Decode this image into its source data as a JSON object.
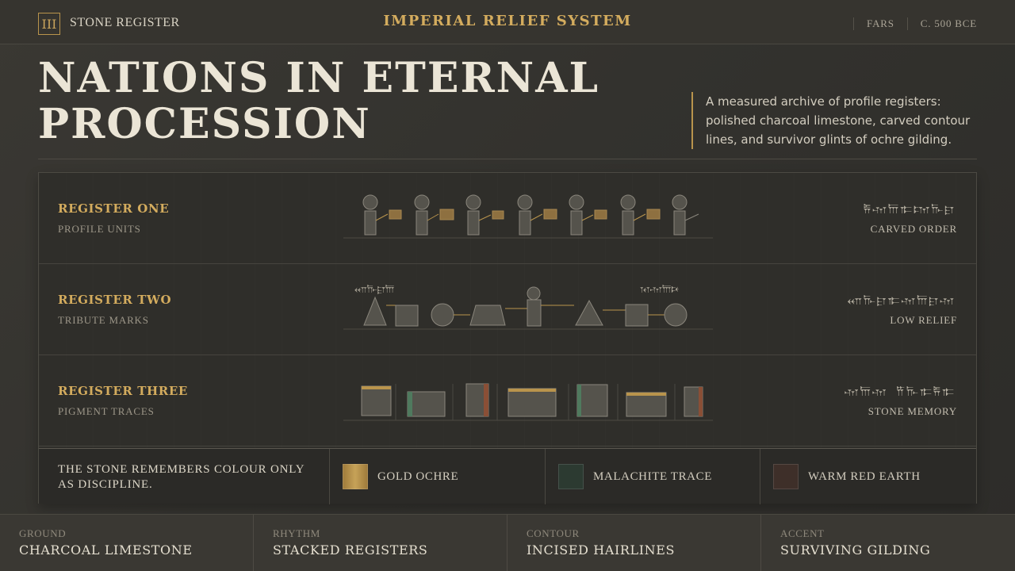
{
  "topbar": {
    "numeral": "III",
    "brand": "STONE REGISTER",
    "system_title": "IMPERIAL RELIEF SYSTEM",
    "meta": [
      "FARS",
      "C. 500 BCE"
    ]
  },
  "hero": {
    "title_line1": "NATIONS IN ETERNAL",
    "title_line2": "PROCESSION",
    "description": "A measured archive of profile registers: polished charcoal limestone, carved contour lines, and survivor glints of ochre gilding."
  },
  "registers": [
    {
      "title": "REGISTER ONE",
      "subtitle": "PROFILE UNITS",
      "glyphs": "𐎱𐎶𐎠𐎣𐎫𐎨𐎼",
      "right_label": "CARVED ORDER"
    },
    {
      "title": "REGISTER TWO",
      "subtitle": "TRIBUTE MARKS",
      "glyphs": "𐎧𐎨𐎼𐎣𐎶𐎠𐎼𐎶",
      "right_label": "LOW RELIEF",
      "art_glyphs_left": "𐎧𐎨𐎼𐎠",
      "art_glyphs_right": "𐎰𐎶𐎠𐎴"
    },
    {
      "title": "REGISTER THREE",
      "subtitle": "PIGMENT TRACES",
      "glyphs": "𐎶𐎠𐎶 𐎡𐎨𐎣𐎱𐎣",
      "right_label": "STONE MEMORY"
    }
  ],
  "legend": {
    "motto": "THE STONE REMEMBERS COLOUR ONLY AS DISCIPLINE.",
    "swatches": [
      {
        "label": "GOLD OCHRE",
        "color": "#b8914a"
      },
      {
        "label": "MALACHITE TRACE",
        "color": "#2c3a31"
      },
      {
        "label": "WARM RED EARTH",
        "color": "#3e2f29"
      }
    ]
  },
  "footer": [
    {
      "key": "GROUND",
      "value": "CHARCOAL LIMESTONE"
    },
    {
      "key": "RHYTHM",
      "value": "STACKED REGISTERS"
    },
    {
      "key": "CONTOUR",
      "value": "INCISED HAIRLINES"
    },
    {
      "key": "ACCENT",
      "value": "SURVIVING GILDING"
    }
  ],
  "colors": {
    "accent_gold": "#d4ac5e",
    "malachite": "#4f7a5e",
    "red_earth": "#8a4f36",
    "stone": "#58554e"
  }
}
